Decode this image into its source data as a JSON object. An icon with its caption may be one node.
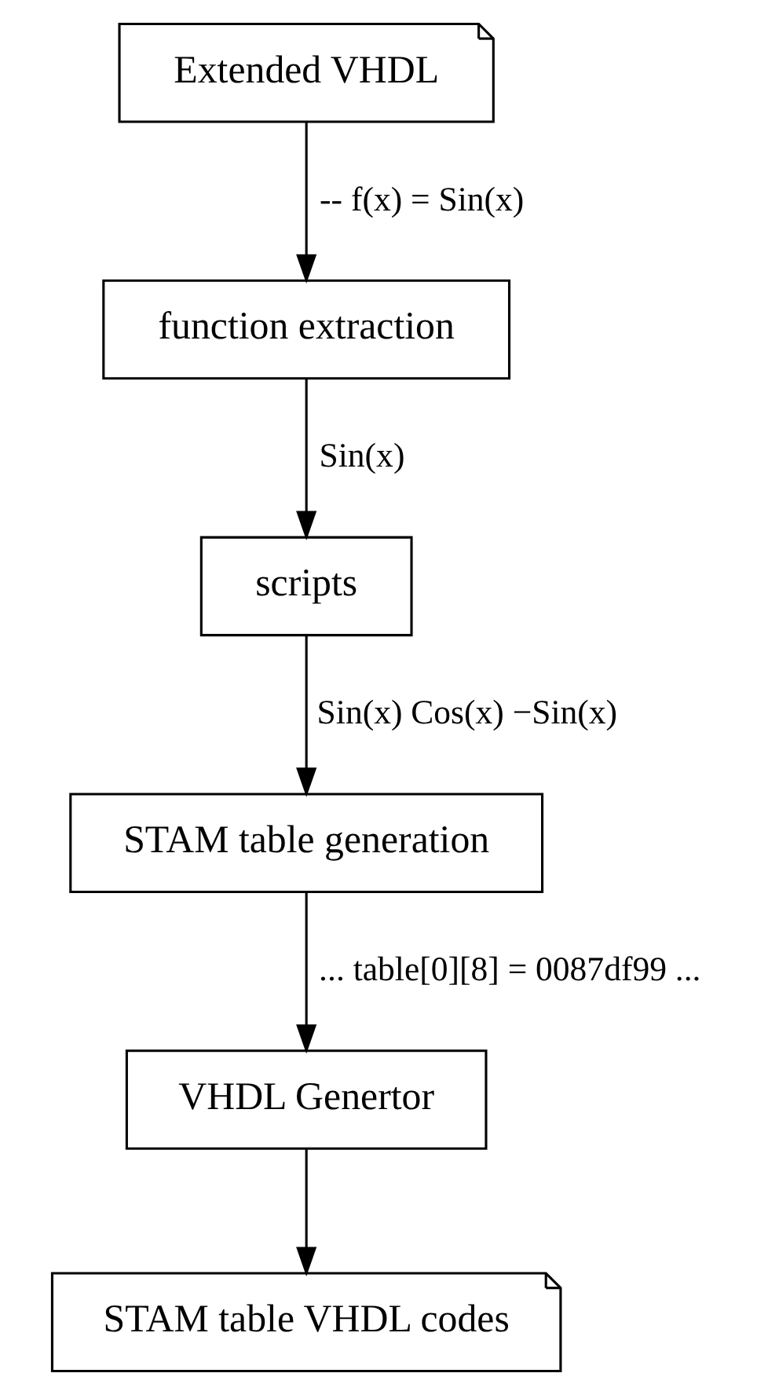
{
  "diagram": {
    "nodes": [
      {
        "text": [
          "Extended VHDL"
        ]
      },
      {
        "text": [
          "function extraction"
        ]
      },
      {
        "text": [
          "scripts"
        ]
      },
      {
        "text": [
          "STAM table generation"
        ]
      },
      {
        "text": [
          "VHDL Genertor"
        ]
      },
      {
        "text": [
          "STAM table VHDL codes"
        ]
      }
    ],
    "edges": [
      {
        "from": 0,
        "to": 1,
        "arrow": "to",
        "label": "-- f(x) = Sin(x)"
      },
      {
        "from": 1,
        "to": 2,
        "arrow": "to",
        "label": "Sin(x)"
      },
      {
        "from": 2,
        "to": 3,
        "arrow": "to",
        "label": "Sin(x) Cos(x) −Sin(x)"
      },
      {
        "from": 3,
        "to": 4,
        "arrow": "to",
        "label": "... table[0][8] = 0087df99 ..."
      },
      {
        "from": 4,
        "to": 5,
        "arrow": "to"
      }
    ]
  }
}
